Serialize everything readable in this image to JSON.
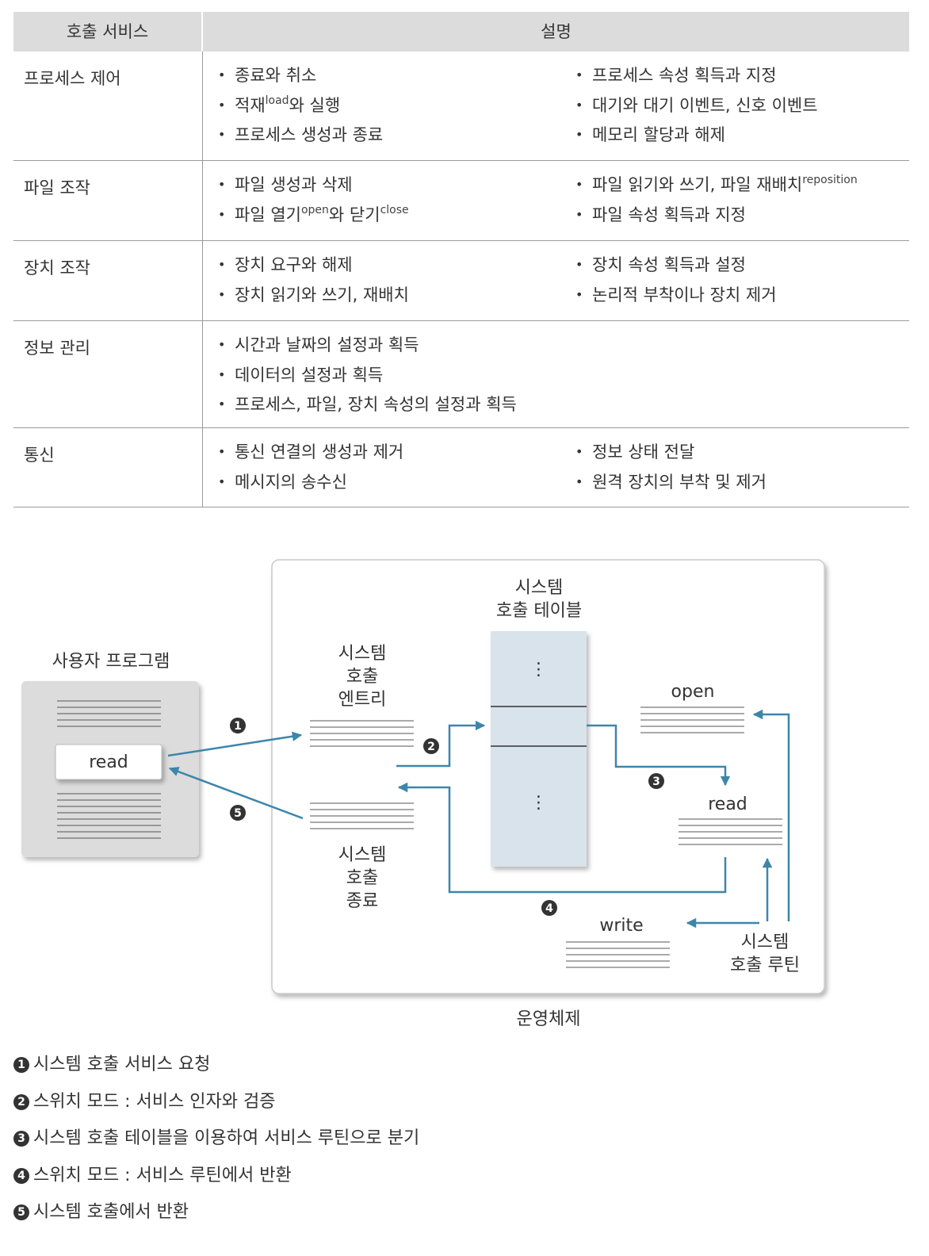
{
  "table": {
    "header": {
      "service": "호출 서비스",
      "description": "설명"
    },
    "rows": [
      {
        "category": "프로세스 제어",
        "left": [
          "종료와 취소",
          "적재{load}와 실행",
          "프로세스 생성과 종료"
        ],
        "right": [
          "프로세스 속성 획득과 지정",
          "대기와 대기 이벤트, 신호 이벤트",
          "메모리 할당과 해제"
        ]
      },
      {
        "category": "파일 조작",
        "left": [
          "파일 생성과 삭제",
          "파일 열기{open}와 닫기{close}"
        ],
        "right": [
          "파일 읽기와 쓰기, 파일 재배치{reposition}",
          "파일 속성 획득과 지정"
        ]
      },
      {
        "category": "장치 조작",
        "left": [
          "장치 요구와 해제",
          "장치 읽기와 쓰기, 재배치"
        ],
        "right": [
          "장치 속성 획득과 설정",
          "논리적 부착이나 장치 제거"
        ]
      },
      {
        "category": "정보 관리",
        "left": [
          "시간과 날짜의 설정과 획득",
          "데이터의 설정과 획득",
          "프로세스, 파일, 장치 속성의 설정과 획득"
        ],
        "right": []
      },
      {
        "category": "통신",
        "left": [
          "통신 연결의 생성과 제거",
          "메시지의 송수신"
        ],
        "right": [
          "정보 상태 전달",
          "원격 장치의 부착 및 제거"
        ]
      }
    ]
  },
  "diagram": {
    "user_program_label": "사용자 프로그램",
    "read_call": "read",
    "syscall_table_label": "시스템\n호출 테이블",
    "table_dots": "⋮",
    "entry_label": "시스템\n호출\n엔트리",
    "exit_label": "시스템\n호출\n종료",
    "routine_label": "시스템\n호출 루틴",
    "routine_open": "open",
    "routine_read": "read",
    "routine_write": "write",
    "os_label": "운영체제",
    "step_numbers": [
      "1",
      "2",
      "3",
      "4",
      "5"
    ],
    "arrow_color": "#3d86aa"
  },
  "legend": [
    {
      "num": "1",
      "text": "시스템 호출 서비스 요청"
    },
    {
      "num": "2",
      "text": "스위치 모드 : 서비스 인자와 검증"
    },
    {
      "num": "3",
      "text": "시스템 호출 테이블을 이용하여 서비스 루틴으로 분기"
    },
    {
      "num": "4",
      "text": "스위치 모드 : 서비스 루틴에서 반환"
    },
    {
      "num": "5",
      "text": "시스템 호출에서 반환"
    }
  ]
}
